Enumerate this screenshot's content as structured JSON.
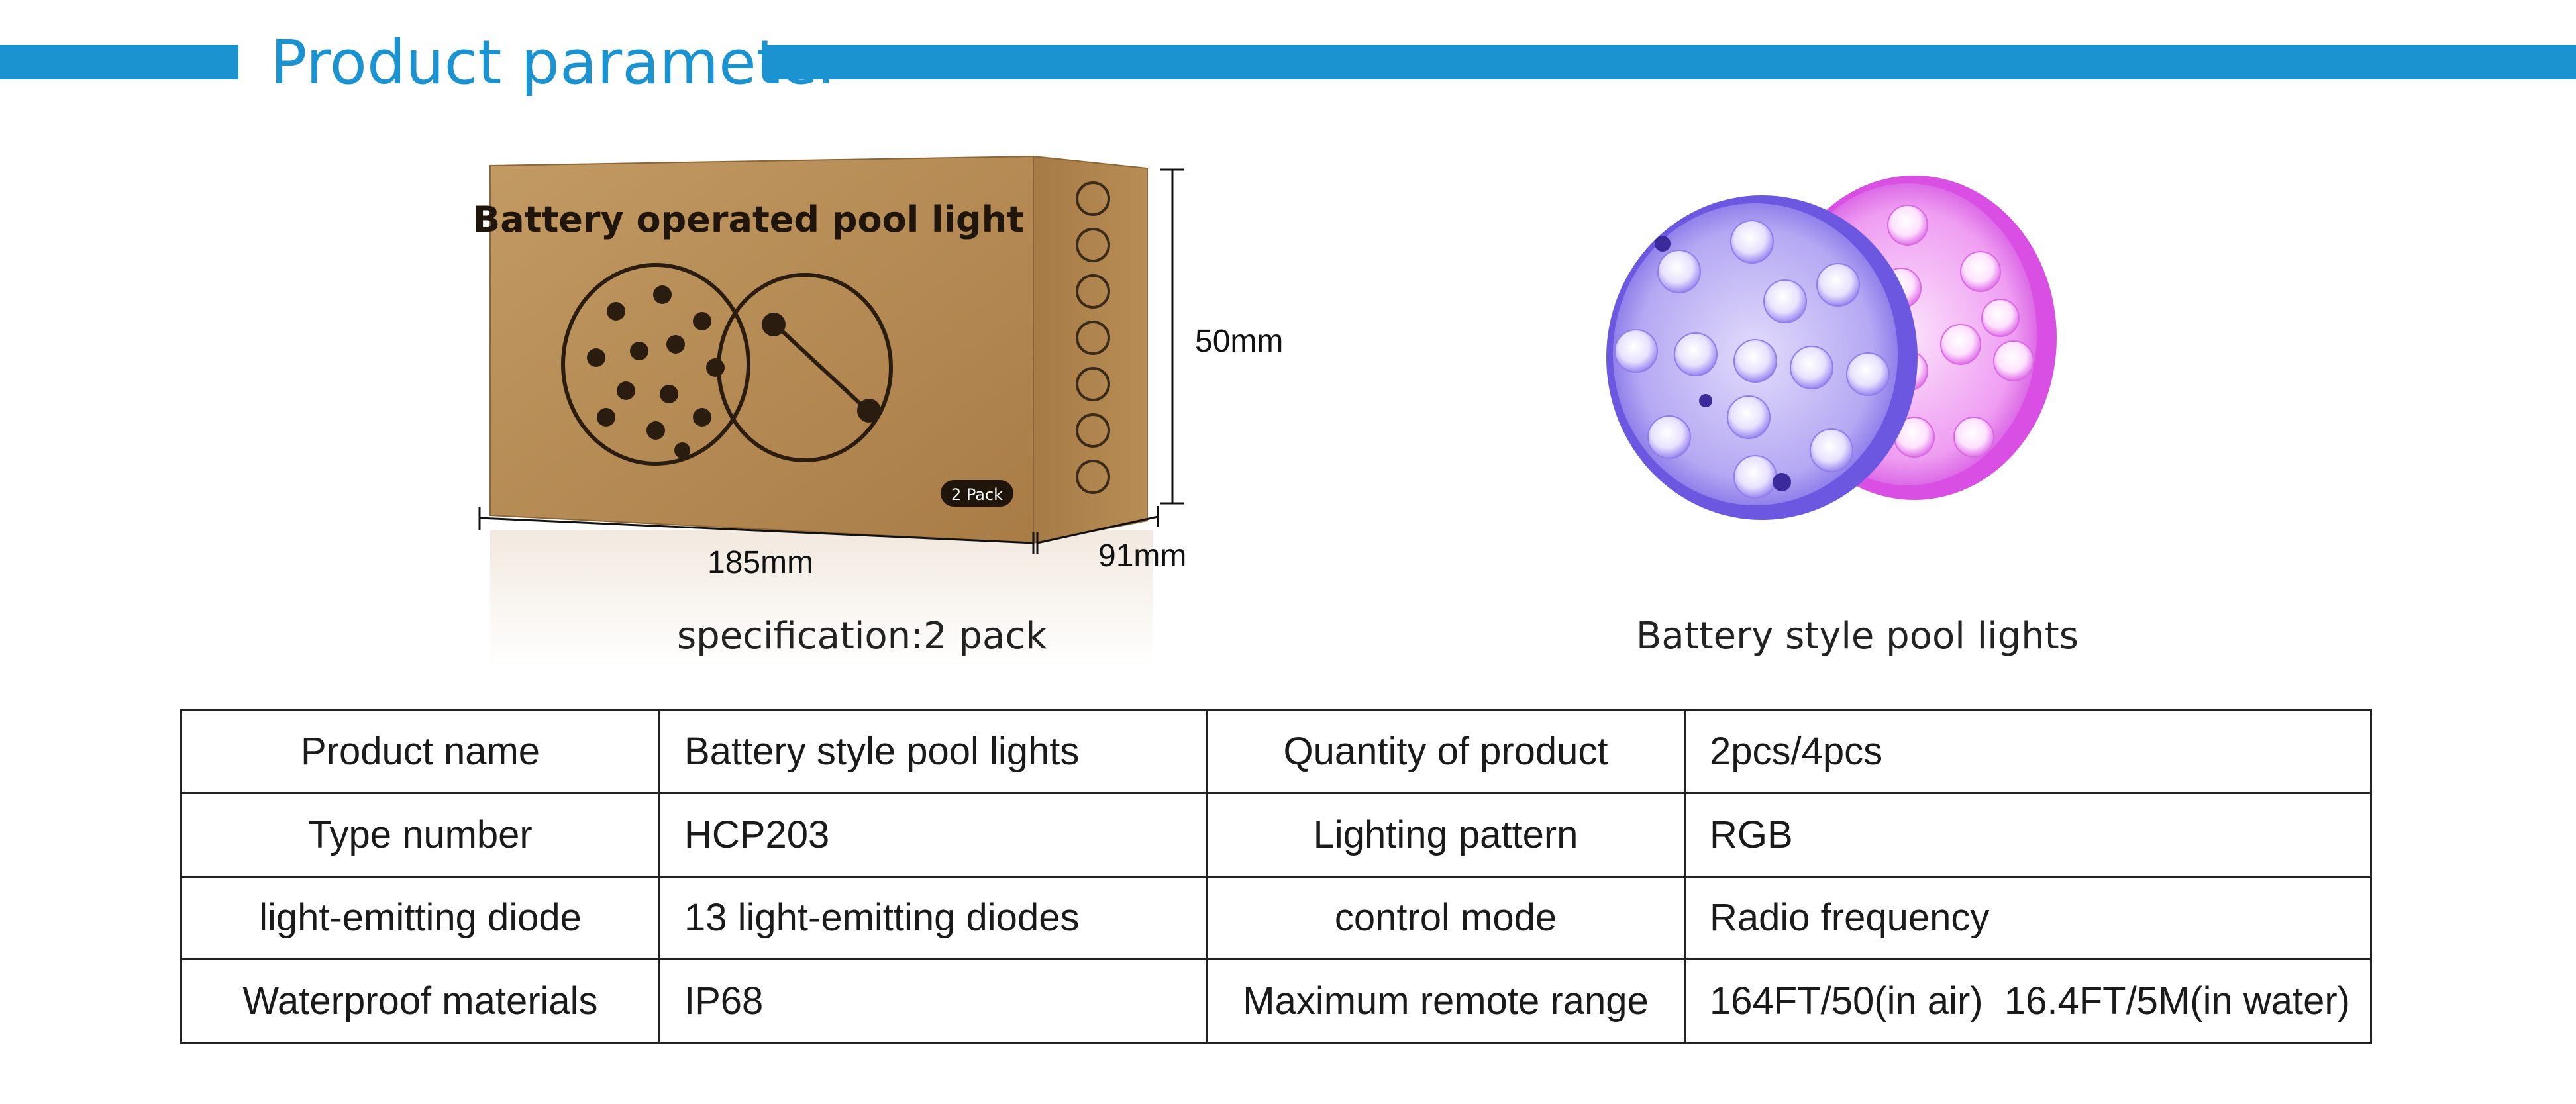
{
  "header": {
    "title": "Product parameter"
  },
  "left_figure": {
    "box_print": "Battery operated pool light",
    "box_badge": "2 Pack",
    "dim_height": "50mm",
    "dim_length": "185mm",
    "dim_depth": "91mm",
    "caption": "specification:2 pack"
  },
  "right_figure": {
    "caption": "Battery style pool lights"
  },
  "spec_table": {
    "rows": [
      {
        "label1": "Product name",
        "value1": "Battery style pool lights",
        "label2": "Quantity of product",
        "value2": "2pcs/4pcs"
      },
      {
        "label1": "Type number",
        "value1": "HCP203",
        "label2": "Lighting pattern",
        "value2": "RGB"
      },
      {
        "label1": "light-emitting diode",
        "value1": "13 light-emitting diodes",
        "label2": "control mode",
        "value2": "Radio frequency"
      },
      {
        "label1": "Waterproof materials",
        "value1": "IP68",
        "label2": "Maximum remote range",
        "value2": "164FT/50(in air)  16.4FT/5M(in water)"
      }
    ]
  },
  "colors": {
    "accent": "#1b93d1",
    "box": "#b58a52",
    "light_left": "#8a7cf0",
    "light_right": "#e070e8"
  }
}
